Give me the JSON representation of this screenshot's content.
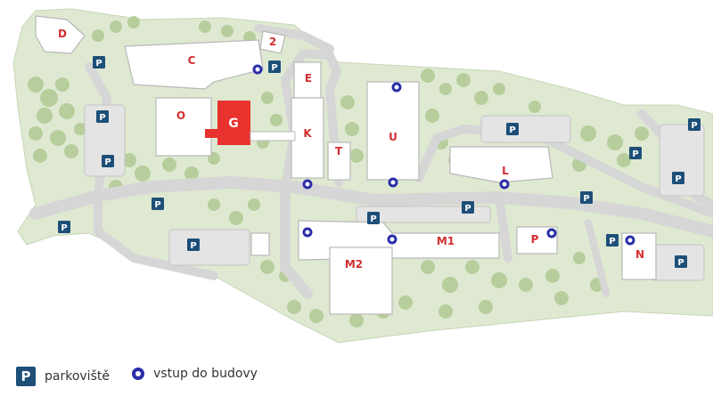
{
  "buildings": [
    {
      "id": "D",
      "label": "D",
      "highlight": false
    },
    {
      "id": "2",
      "label": "2",
      "highlight": false
    },
    {
      "id": "C",
      "label": "C",
      "highlight": false
    },
    {
      "id": "O",
      "label": "O",
      "highlight": false
    },
    {
      "id": "G",
      "label": "G",
      "highlight": true
    },
    {
      "id": "E",
      "label": "E",
      "highlight": false
    },
    {
      "id": "K",
      "label": "K",
      "highlight": false
    },
    {
      "id": "T",
      "label": "T",
      "highlight": false
    },
    {
      "id": "U",
      "label": "U",
      "highlight": false
    },
    {
      "id": "L",
      "label": "L",
      "highlight": false
    },
    {
      "id": "M1",
      "label": "M1",
      "highlight": false
    },
    {
      "id": "M2",
      "label": "M2",
      "highlight": false
    },
    {
      "id": "P",
      "label": "P",
      "highlight": false
    },
    {
      "id": "N",
      "label": "N",
      "highlight": false
    }
  ],
  "parking_symbol": "P",
  "legend": {
    "parking_symbol": "P",
    "parking_label": "parkoviště",
    "entrance_label": "vstup do budovy"
  },
  "colors": {
    "green": "#dfe9d2",
    "tree": "#b5cd9a",
    "road": "#d6d6d6",
    "building": "#ffffff",
    "highlight": "#e8322e",
    "parking": "#1d4f78",
    "entrance": "#2a2ea8",
    "label": "#d32f2f"
  }
}
